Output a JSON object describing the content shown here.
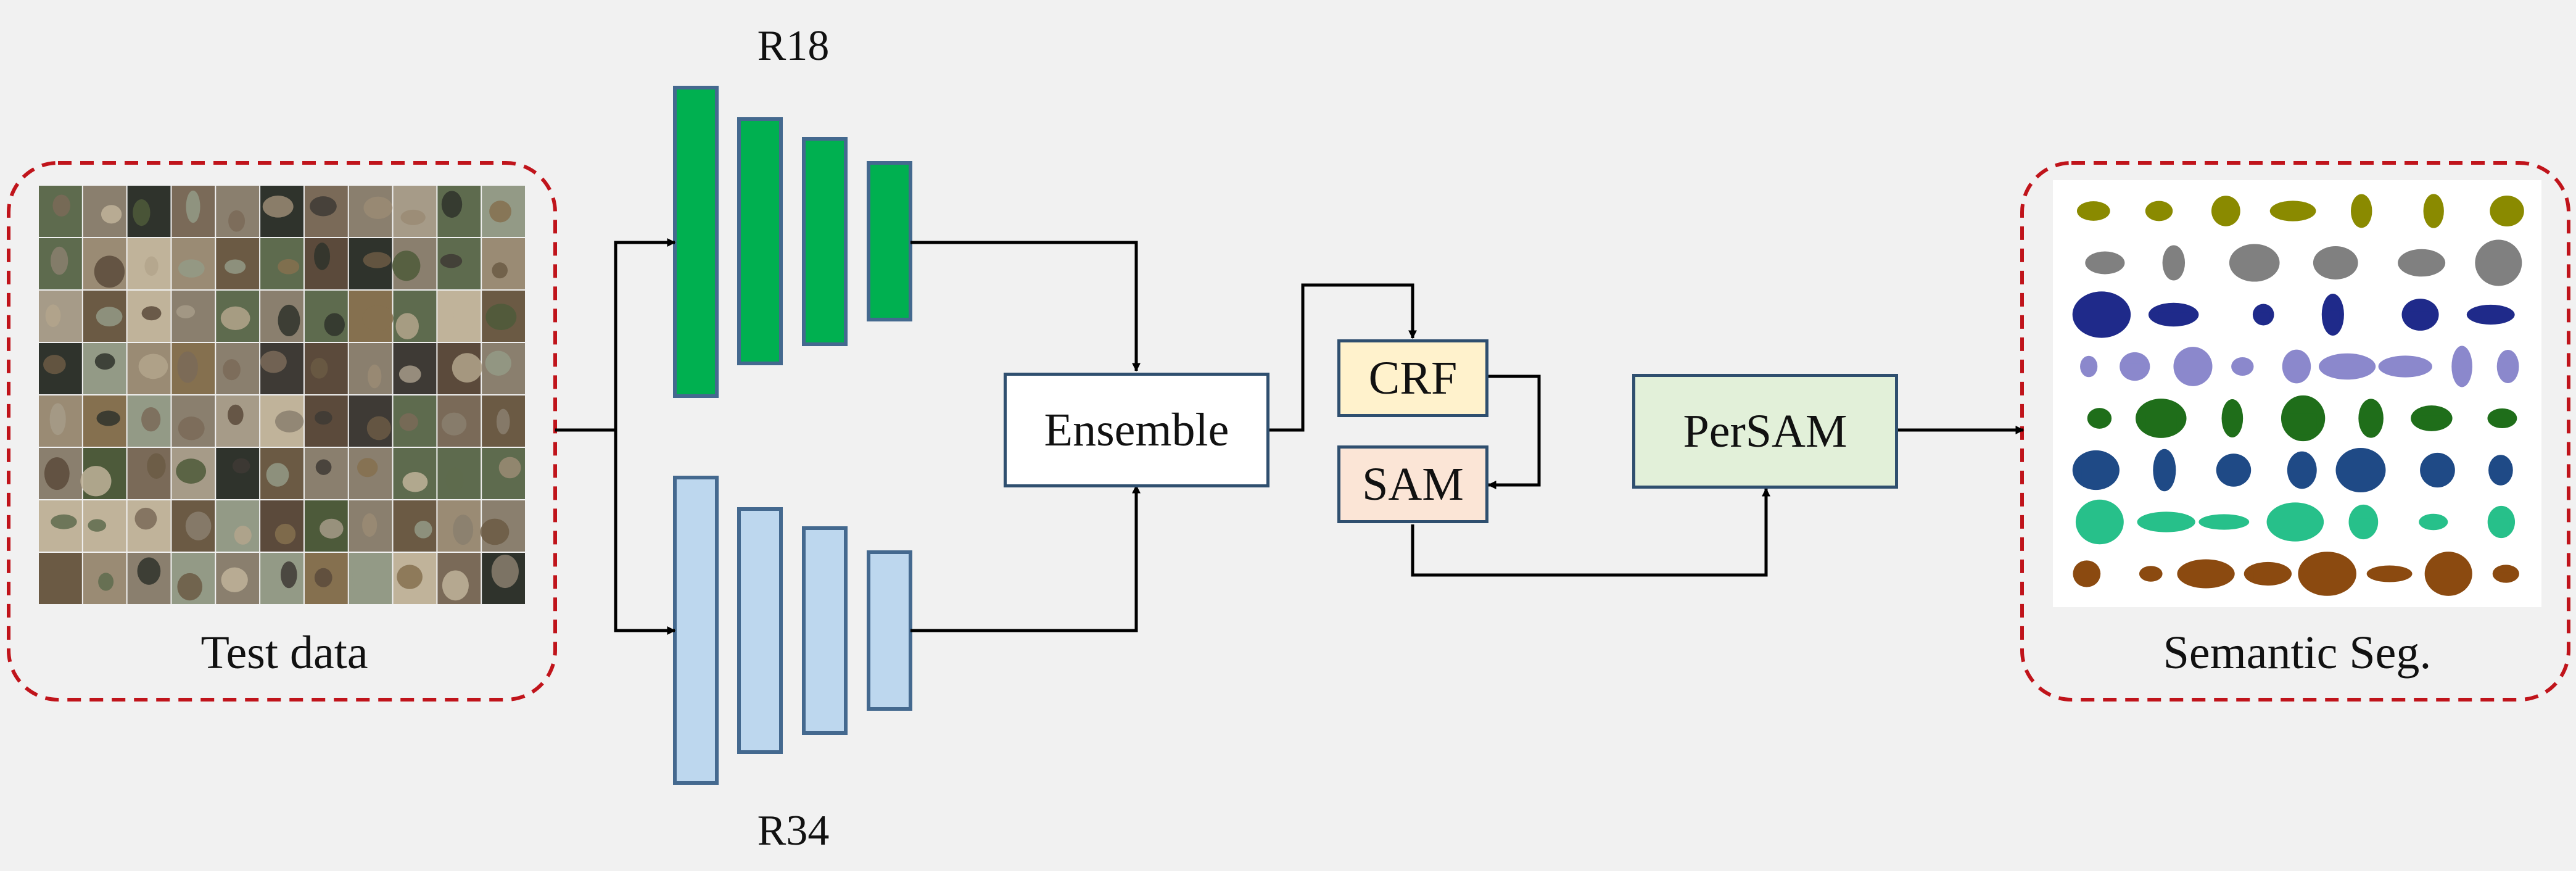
{
  "input_panel": {
    "label": "Test data"
  },
  "output_panel": {
    "label": "Semantic Seg."
  },
  "backbones": {
    "top_label": "R18",
    "bottom_label": "R34"
  },
  "nodes": {
    "ensemble": "Ensemble",
    "crf": "CRF",
    "sam": "SAM",
    "persam": "PerSAM"
  },
  "colors": {
    "background": "#f1f1f1",
    "dashed_border": "#c0141b",
    "r18_fill": "#00b050",
    "r34_fill": "#bdd7ee",
    "layer_stroke": "#44698f",
    "node_border": "#2f4f6f",
    "ensemble_fill": "#ffffff",
    "crf_fill": "#fff2cc",
    "sam_fill": "#fbe5d6",
    "persam_fill": "#e2f0d9",
    "arrow": "#000000",
    "seg_classes": [
      "#8a8a00",
      "#808080",
      "#1f2a8a",
      "#8b88cc",
      "#1f6e1a",
      "#1f4a86",
      "#27c08a",
      "#8b4a10"
    ]
  }
}
